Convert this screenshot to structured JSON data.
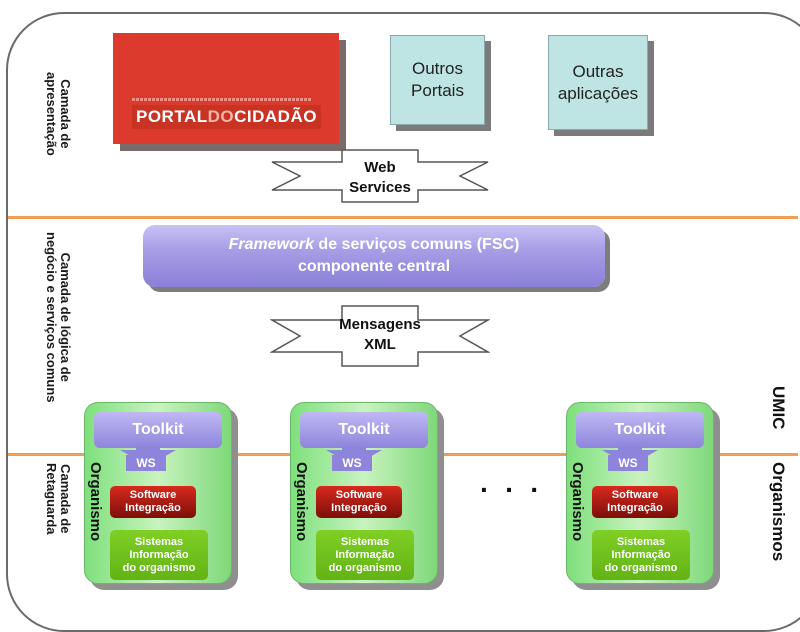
{
  "layers": {
    "presentation_label": [
      "Camada de",
      "apresentação"
    ],
    "business_label": [
      "Camada de lógica de",
      "negócio e serviços comuns"
    ],
    "backoffice_label": [
      "Camada de",
      "Retaguarda"
    ]
  },
  "side_labels": {
    "umic": "UMIC",
    "organismos": "Organismos"
  },
  "presentation": {
    "portal_small_text": "",
    "portal_brand_part1": "PORTAL",
    "portal_brand_part2": "DO",
    "portal_brand_part3": "CIDADÃO",
    "outros_portais": [
      "Outros",
      "Portais"
    ],
    "outras_aplicacoes": [
      "Outras",
      "aplicações"
    ]
  },
  "web_services": [
    "Web",
    "Services"
  ],
  "fsc": {
    "line1_italic": "Framework",
    "line1_rest": " de serviços comuns (FSC)",
    "line2": "componente central"
  },
  "mensagens": [
    "Mensagens",
    "XML"
  ],
  "organism": {
    "toolkit": "Toolkit",
    "ws": "WS",
    "software": [
      "Software",
      "Integração"
    ],
    "sistemas": [
      "Sistemas",
      "Informação",
      "do organismo"
    ],
    "label": "Organismo"
  },
  "ellipsis": "· · ·",
  "colors": {
    "divider": "#f29d55",
    "portal_red": "#dc3a2c",
    "cyan_box": "#bfe4e4",
    "fsc_purple": "#a79ee6",
    "organism_green": "#7ee07c",
    "software_red": "#d8291d",
    "systems_green": "#7fcf25"
  }
}
